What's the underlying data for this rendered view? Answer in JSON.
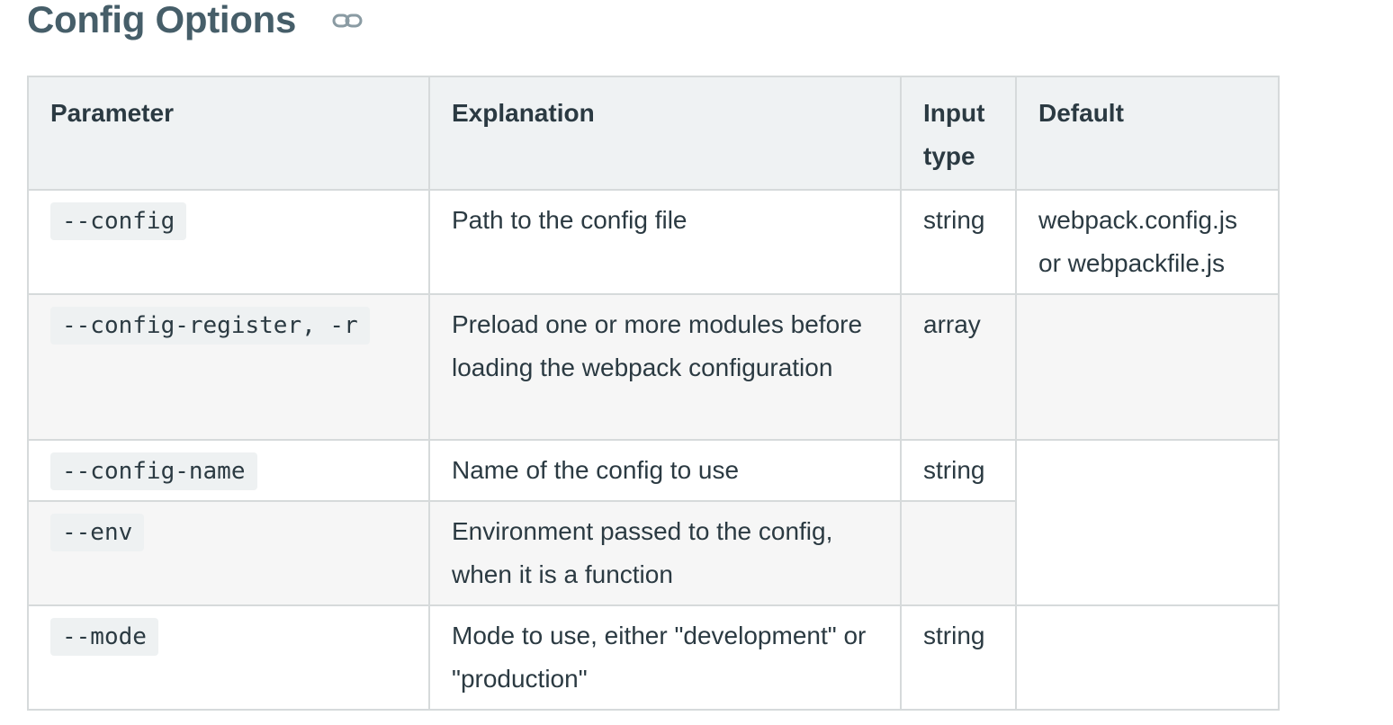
{
  "section": {
    "title": "Config Options",
    "anchor_icon": "link-icon"
  },
  "table": {
    "headers": {
      "parameter": "Parameter",
      "explanation": "Explanation",
      "input_type": "Input type",
      "default": "Default"
    },
    "rows": [
      {
        "parameter": "--config",
        "explanation": "Path to the config file",
        "input_type": "string",
        "default": "webpack.config.js or webpackfile.js"
      },
      {
        "parameter": "--config-register, -r",
        "explanation": "Preload one or more modules before loading the webpack configuration",
        "input_type": "array",
        "default": ""
      },
      {
        "parameter": "--config-name",
        "explanation": "Name of the config to use",
        "input_type": "string",
        "default": ""
      },
      {
        "parameter": "--env",
        "explanation": "Environment passed to the config, when it is a function",
        "input_type": "",
        "default": ""
      },
      {
        "parameter": "--mode",
        "explanation": "Mode to use, either \"development\" or \"production\"",
        "input_type": "string",
        "default": ""
      }
    ]
  },
  "colors": {
    "heading": "#465e69",
    "text": "#2b3a42",
    "header_bg": "#eff2f3",
    "stripe_bg": "#f6f6f6",
    "border": "#d6dadb",
    "code_bg": "#eef1f2"
  }
}
